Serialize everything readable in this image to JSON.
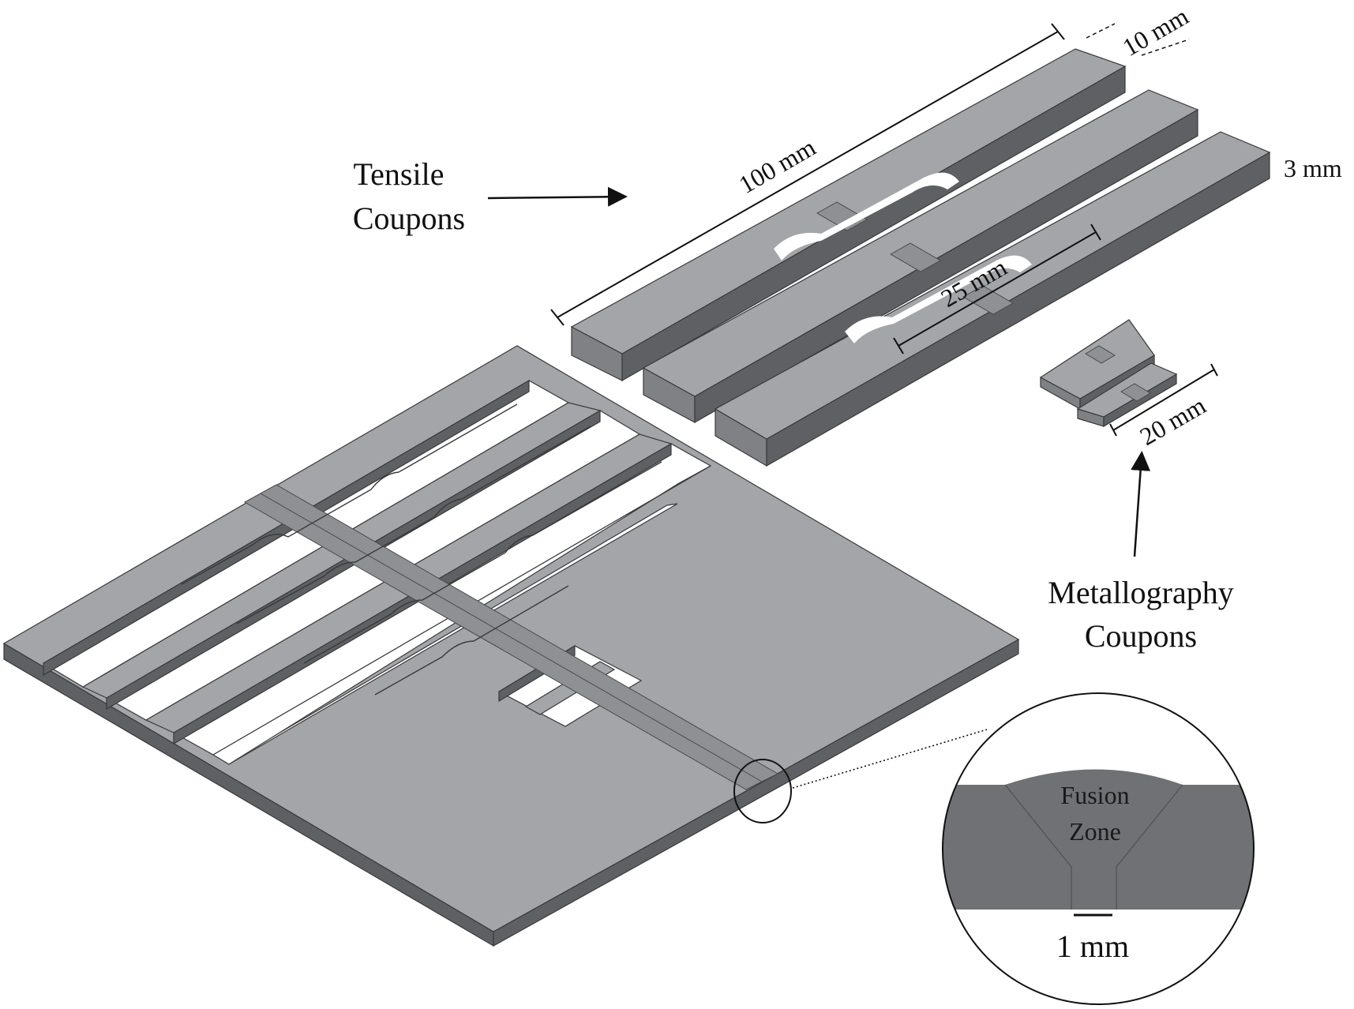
{
  "labels": {
    "tensile_line1": "Tensile",
    "tensile_line2": "Coupons",
    "metallography_line1": "Metallography",
    "metallography_line2": "Coupons",
    "fusion_line1": "Fusion",
    "fusion_line2": "Zone"
  },
  "dimensions": {
    "length_100": "100 mm",
    "width_10": "10 mm",
    "thickness_3": "3 mm",
    "gauge_25": "25 mm",
    "metallography_20": "20 mm",
    "root_1": "1 mm"
  },
  "colors": {
    "plate_top": "#a3a5a8",
    "plate_side": "#5e6063",
    "weld_bead": "#8e9094",
    "cross_section": "#6f7174"
  }
}
